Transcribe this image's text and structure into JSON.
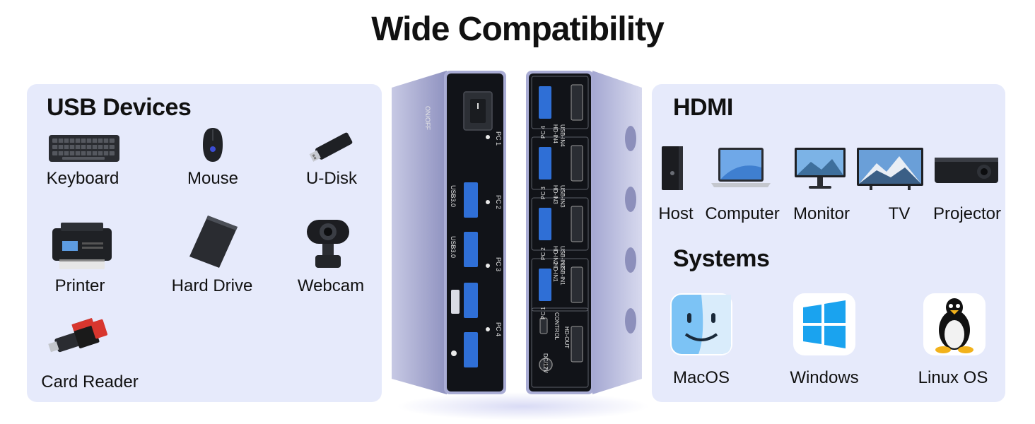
{
  "title": "Wide Compatibility",
  "usb": {
    "heading": "USB Devices",
    "items": [
      {
        "label": "Keyboard",
        "icon": "keyboard-icon"
      },
      {
        "label": "Mouse",
        "icon": "mouse-icon"
      },
      {
        "label": "U-Disk",
        "icon": "usb-drive-icon"
      },
      {
        "label": "Printer",
        "icon": "printer-icon"
      },
      {
        "label": "Hard Drive",
        "icon": "hard-drive-icon"
      },
      {
        "label": "Webcam",
        "icon": "webcam-icon"
      },
      {
        "label": "Card Reader",
        "icon": "card-reader-icon"
      }
    ]
  },
  "hdmi": {
    "heading": "HDMI",
    "items": [
      {
        "label": "Host",
        "icon": "host-tower-icon"
      },
      {
        "label": "Computer",
        "icon": "laptop-icon"
      },
      {
        "label": "Monitor",
        "icon": "monitor-icon"
      },
      {
        "label": "TV",
        "icon": "tv-icon"
      },
      {
        "label": "Projector",
        "icon": "projector-icon"
      }
    ]
  },
  "systems": {
    "heading": "Systems",
    "items": [
      {
        "label": "MacOS",
        "icon": "macos-finder-icon"
      },
      {
        "label": "Windows",
        "icon": "windows-logo-icon"
      },
      {
        "label": "Linux OS",
        "icon": "linux-tux-icon"
      }
    ]
  },
  "device_front": {
    "switch_label": "ON/OFF",
    "pc_labels": [
      "PC 1",
      "PC 2",
      "PC 3",
      "PC 4"
    ],
    "usb_labels": [
      "USB3.0",
      "USB3.0"
    ]
  },
  "device_back": {
    "ports": [
      {
        "pc": "PC 4",
        "hd": "HD-IN4",
        "usb": "USB-IN4"
      },
      {
        "pc": "PC 3",
        "hd": "HD-IN3",
        "usb": "USB-IN3"
      },
      {
        "pc": "PC 2",
        "hd": "HD-IN2",
        "usb": "USB-IN2"
      },
      {
        "pc": "PC 1",
        "hd": "HD-IN1",
        "usb": "USB-IN1"
      }
    ],
    "control_label": "CONTROL",
    "hdout_label": "HD-OUT",
    "dc_label": "DC/12V"
  },
  "colors": {
    "panel": "#e6eafb",
    "device_body": "#9c9fc8",
    "device_face": "#111318",
    "usb_port": "#2f6fd6"
  }
}
